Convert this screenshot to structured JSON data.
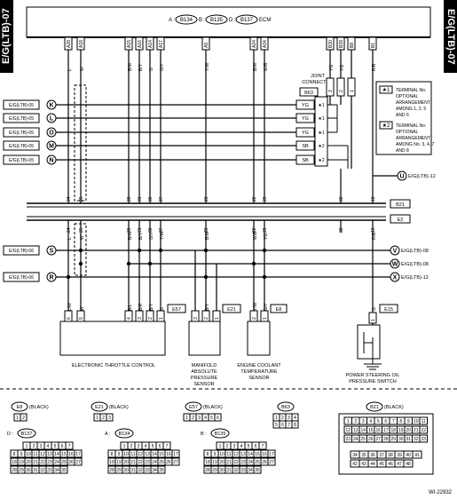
{
  "page_tag": "E/G(LTB)-07",
  "ecm": {
    "conn_a": "B134",
    "conn_b": "B135",
    "conn_d": "B137",
    "label": "ECM",
    "pre_a": "A :",
    "pre_b": "B :",
    "pre_d": "D :"
  },
  "ecm_pins": [
    "A28",
    "A18",
    "A15",
    "A16",
    "A14",
    "A17",
    "A5",
    "A24",
    "A34",
    "B30",
    "B29",
    "B8",
    "B1"
  ],
  "joint_connector": {
    "title1": "JOINT",
    "title2": "CONNECTOR",
    "conn": "B63",
    "pins": [
      "9",
      "10",
      "11",
      "8",
      "7"
    ],
    "cells": [
      "YG",
      "YG",
      "YG",
      "SB",
      "SB"
    ],
    "stars": [
      "★1",
      "★1",
      "★1",
      "★2",
      "★2"
    ],
    "top_pins": [
      "3",
      "2",
      "1"
    ],
    "top_wires": [
      "YG",
      "YG",
      "SB"
    ]
  },
  "legend": {
    "n1_tag": "★1",
    "n1_lines": [
      "TERMINAL No.",
      "OPTIONAL",
      "ARRANGEMENT",
      "AMONG 1, 2, 5",
      "AND 6"
    ],
    "n2_tag": "★2",
    "n2_lines": [
      "TERMINAL No.",
      "OPTIONAL",
      "ARRANGEMENT",
      "AMONG No. 3, 4, 7",
      "AND 8"
    ]
  },
  "left_refs": [
    {
      "text": "E/G(LTB)-05",
      "letter": "K"
    },
    {
      "text": "E/G(LTB)-05",
      "letter": "L"
    },
    {
      "text": "E/G(LTB)-05",
      "letter": "O"
    },
    {
      "text": "E/G(LTB)-05",
      "letter": "M"
    },
    {
      "text": "E/G(LTB)-05",
      "letter": "N"
    }
  ],
  "left_refs2": [
    {
      "text": "E/G(LTB)-06",
      "letter": "S"
    },
    {
      "text": "E/G(LTB)-06",
      "letter": "R"
    }
  ],
  "right_refs": [
    {
      "text": "E/G(LTB)-12",
      "letter": "U"
    },
    {
      "text": "E/G(LTB)-08",
      "letter": "V"
    },
    {
      "text": "E/G(LTB)-08",
      "letter": "W"
    },
    {
      "text": "E/G(LTB)-12",
      "letter": "X"
    }
  ],
  "wire_top": [
    "L",
    "W",
    "B/W",
    "B/Y",
    "G",
    "G/Y",
    "Y/W",
    "B/W",
    "W/B",
    "YG",
    "YG",
    "R/B"
  ],
  "mid_conn": {
    "b21": "B21",
    "e2": "E2",
    "top_pins": [
      "24",
      "25",
      "28",
      "31",
      "30",
      "27",
      "23",
      "22",
      "29",
      "32",
      "19"
    ],
    "bot_pins": [
      "24",
      "25",
      "28",
      "31",
      "30",
      "27",
      "23",
      "22",
      "29",
      "32",
      "19"
    ]
  },
  "wire_mid": [
    "L",
    "W",
    "B/W",
    "B/Y",
    "G/Y",
    "Y/W",
    "B/W",
    "W/B",
    "YG",
    "R/B"
  ],
  "wire_low": [
    "L/W",
    "W",
    "B/L",
    "B/R",
    "B/Y",
    "G",
    "B/Y",
    "Y/W",
    "G/Y",
    "G",
    "R/B"
  ],
  "components": {
    "throttle": {
      "conn": "E57",
      "label": "ELECTRONIC THROTTLE CONTROL",
      "pins": [
        "6",
        "5",
        "4",
        "3",
        "2",
        "1"
      ],
      "wires": [
        "L/W",
        "W",
        "B/L",
        "B/R",
        "B/Y",
        "B/Y"
      ]
    },
    "map": {
      "conn": "E21",
      "label1": "MANIFOLD",
      "label2": "ABSOLUTE",
      "label3": "PRESSURE",
      "label4": "SENSOR",
      "pins": [
        "3",
        "2",
        "1"
      ],
      "wires": [
        "B/Y",
        "G",
        "Y/W"
      ]
    },
    "ect": {
      "conn": "E8",
      "label1": "ENGINE COOLANT",
      "label2": "TEMPERATURE",
      "label3": "SENSOR",
      "pins": [
        "2",
        "1"
      ],
      "wires": [
        "G/Y",
        "G"
      ]
    },
    "ps": {
      "conn": "E15",
      "label1": "POWER STEERING OIL",
      "label2": "PRESSURE SWITCH",
      "pins": [
        "1"
      ],
      "wires": [
        "R/B"
      ]
    }
  },
  "connectors": {
    "e8": {
      "name": "E8",
      "color": "(BLACK)",
      "cells": [
        "1",
        "2"
      ]
    },
    "e21": {
      "name": "E21",
      "color": "(BLACK)",
      "cells": [
        "1",
        "2",
        "3"
      ]
    },
    "e57": {
      "name": "E57",
      "color": "(BLACK)",
      "cells": [
        "1",
        "2",
        "3",
        "4",
        "5",
        "6"
      ]
    },
    "b63": {
      "name": "B63",
      "row1": [
        "1",
        "2",
        "3",
        "4"
      ],
      "row2": [
        "5",
        "6",
        "7",
        "8"
      ]
    },
    "b21": {
      "name": "B21",
      "color": "(BLACK)",
      "rows": [
        [
          "1",
          "2",
          "3",
          "4",
          "5",
          "6",
          "7",
          "8",
          "9",
          "10",
          "11"
        ],
        [
          "12",
          "13",
          "14",
          "15",
          "16",
          "17",
          "18",
          "19",
          "20",
          "21",
          "22"
        ],
        [
          "23",
          "24",
          "25",
          "26",
          "27",
          "28",
          "29",
          "30",
          "31",
          "32",
          "33"
        ],
        [
          "34",
          "35",
          "36",
          "37",
          "38",
          "39",
          "40",
          "41"
        ],
        [
          "42",
          "43",
          "44",
          "45",
          "46",
          "47",
          "48"
        ]
      ]
    },
    "d": {
      "prefix": "D :",
      "name": "B137"
    },
    "a": {
      "prefix": "A :",
      "name": "B134"
    },
    "b": {
      "prefix": "B :",
      "name": "B135"
    },
    "ecm_rows": [
      [
        "1",
        "2",
        "3",
        "4",
        "5",
        "6",
        "7"
      ],
      [
        "8",
        "9",
        "10",
        "11",
        "12",
        "13",
        "14",
        "15",
        "16",
        "17"
      ],
      [
        "18",
        "19",
        "20",
        "21",
        "22",
        "23",
        "24",
        "25",
        "26",
        "27"
      ],
      [
        "28",
        "29",
        "30",
        "31",
        "32",
        "33",
        "34",
        "35"
      ]
    ]
  },
  "figure_id": "WI-22932"
}
